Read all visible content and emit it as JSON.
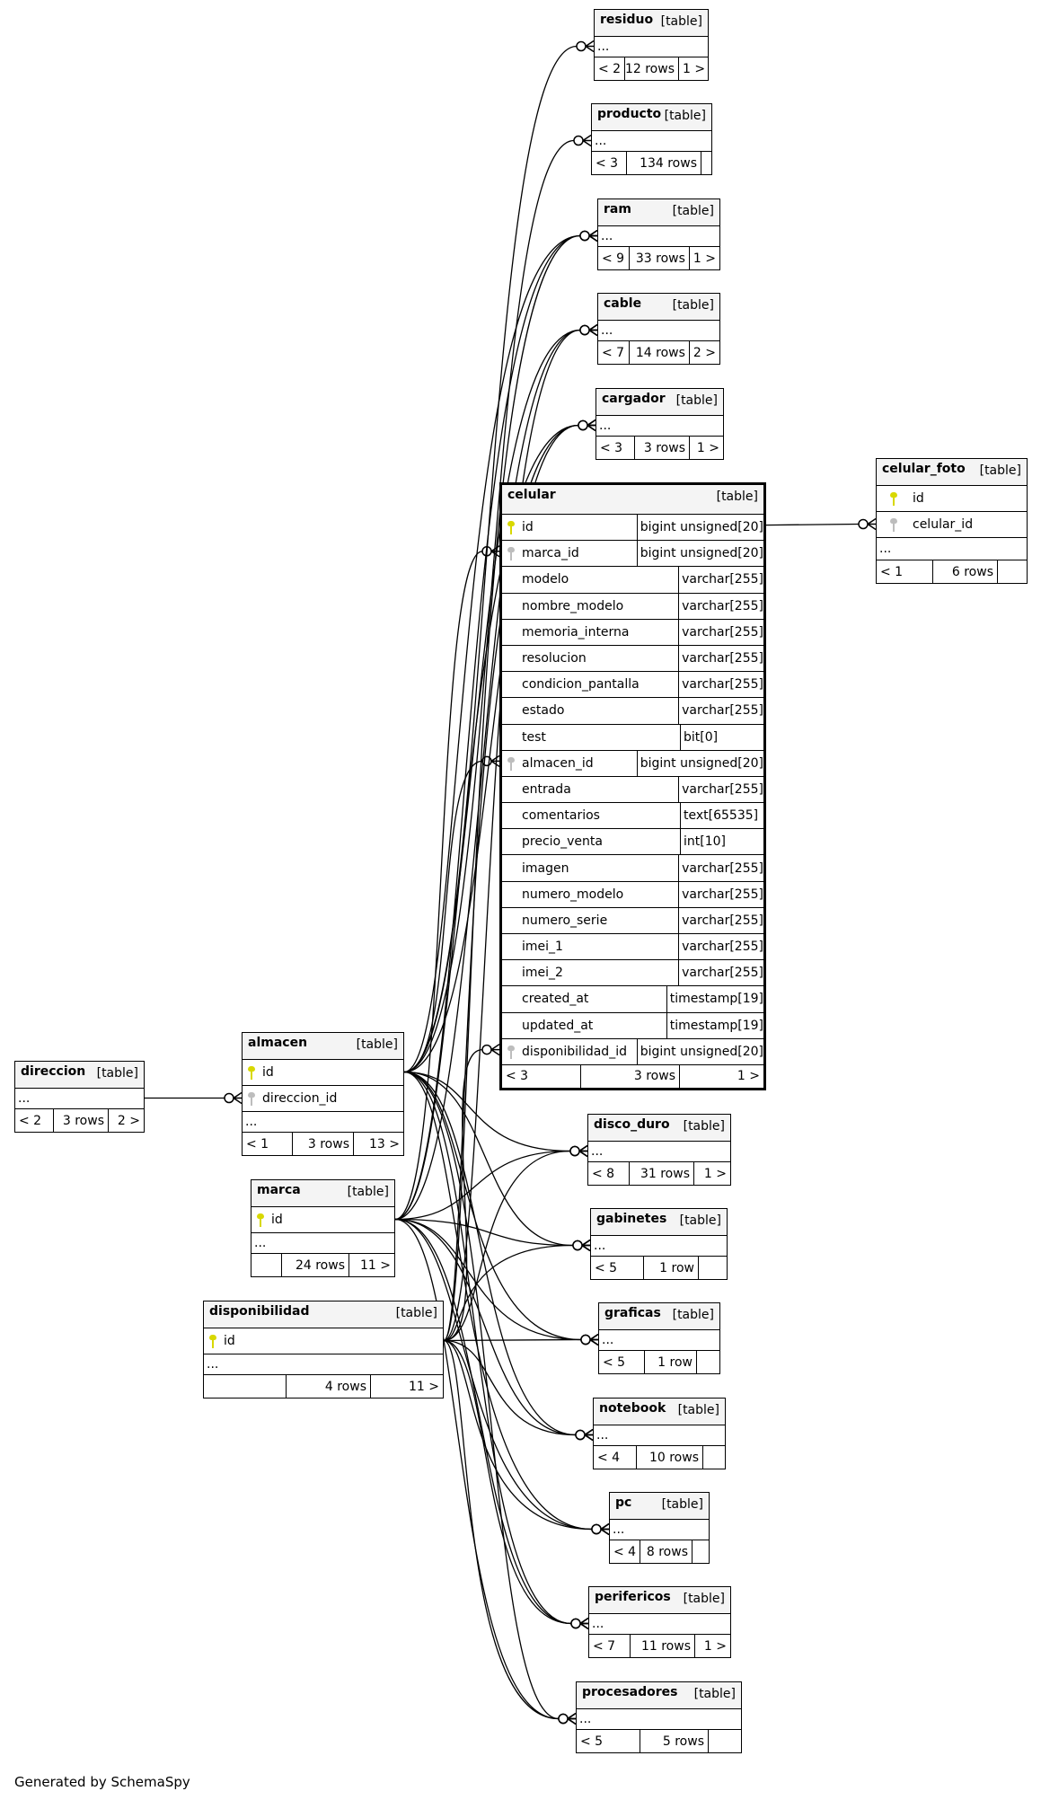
{
  "diagram": {
    "footer": "Generated by SchemaSpy",
    "table_kind_label": "[table]",
    "ellipsis": "...",
    "tables": [
      {
        "name": "residuo",
        "footer": {
          "parents": "< 2",
          "rows": "12 rows",
          "children": "1 >"
        }
      },
      {
        "name": "producto",
        "footer": {
          "parents": "< 3",
          "rows": "134 rows",
          "children": ""
        }
      },
      {
        "name": "ram",
        "footer": {
          "parents": "< 9",
          "rows": "33 rows",
          "children": "1 >"
        }
      },
      {
        "name": "cable",
        "footer": {
          "parents": "< 7",
          "rows": "14 rows",
          "children": "2 >"
        }
      },
      {
        "name": "cargador",
        "footer": {
          "parents": "< 3",
          "rows": "3 rows",
          "children": "1 >"
        }
      },
      {
        "name": "celular",
        "focus": true,
        "columns": [
          {
            "name": "id",
            "type": "bigint unsigned[20]",
            "key": "pk"
          },
          {
            "name": "marca_id",
            "type": "bigint unsigned[20]",
            "key": "fk"
          },
          {
            "name": "modelo",
            "type": "varchar[255]",
            "key": ""
          },
          {
            "name": "nombre_modelo",
            "type": "varchar[255]",
            "key": ""
          },
          {
            "name": "memoria_interna",
            "type": "varchar[255]",
            "key": ""
          },
          {
            "name": "resolucion",
            "type": "varchar[255]",
            "key": ""
          },
          {
            "name": "condicion_pantalla",
            "type": "varchar[255]",
            "key": ""
          },
          {
            "name": "estado",
            "type": "varchar[255]",
            "key": ""
          },
          {
            "name": "test",
            "type": "bit[0]",
            "key": ""
          },
          {
            "name": "almacen_id",
            "type": "bigint unsigned[20]",
            "key": "fk"
          },
          {
            "name": "entrada",
            "type": "varchar[255]",
            "key": ""
          },
          {
            "name": "comentarios",
            "type": "text[65535]",
            "key": ""
          },
          {
            "name": "precio_venta",
            "type": "int[10]",
            "key": ""
          },
          {
            "name": "imagen",
            "type": "varchar[255]",
            "key": ""
          },
          {
            "name": "numero_modelo",
            "type": "varchar[255]",
            "key": ""
          },
          {
            "name": "numero_serie",
            "type": "varchar[255]",
            "key": ""
          },
          {
            "name": "imei_1",
            "type": "varchar[255]",
            "key": ""
          },
          {
            "name": "imei_2",
            "type": "varchar[255]",
            "key": ""
          },
          {
            "name": "created_at",
            "type": "timestamp[19]",
            "key": ""
          },
          {
            "name": "updated_at",
            "type": "timestamp[19]",
            "key": ""
          },
          {
            "name": "disponibilidad_id",
            "type": "bigint unsigned[20]",
            "key": "fk"
          }
        ],
        "footer": {
          "parents": "< 3",
          "rows": "3 rows",
          "children": "1 >"
        }
      },
      {
        "name": "celular_foto",
        "columns": [
          {
            "name": "id",
            "key": "pk"
          },
          {
            "name": "celular_id",
            "key": "fk"
          }
        ],
        "footer": {
          "parents": "< 1",
          "rows": "6 rows",
          "children": ""
        }
      },
      {
        "name": "direccion",
        "footer": {
          "parents": "< 2",
          "rows": "3 rows",
          "children": "2 >"
        }
      },
      {
        "name": "almacen",
        "columns": [
          {
            "name": "id",
            "key": "pk"
          },
          {
            "name": "direccion_id",
            "key": "fk"
          }
        ],
        "footer": {
          "parents": "< 1",
          "rows": "3 rows",
          "children": "13 >"
        }
      },
      {
        "name": "marca",
        "columns": [
          {
            "name": "id",
            "key": "pk"
          }
        ],
        "footer": {
          "parents": "",
          "rows": "24 rows",
          "children": "11 >"
        }
      },
      {
        "name": "disponibilidad",
        "columns": [
          {
            "name": "id",
            "key": "pk"
          }
        ],
        "footer": {
          "parents": "",
          "rows": "4 rows",
          "children": "11 >"
        }
      },
      {
        "name": "disco_duro",
        "footer": {
          "parents": "< 8",
          "rows": "31 rows",
          "children": "1 >"
        }
      },
      {
        "name": "gabinetes",
        "footer": {
          "parents": "< 5",
          "rows": "1 row",
          "children": ""
        }
      },
      {
        "name": "graficas",
        "footer": {
          "parents": "< 5",
          "rows": "1 row",
          "children": ""
        }
      },
      {
        "name": "notebook",
        "footer": {
          "parents": "< 4",
          "rows": "10 rows",
          "children": ""
        }
      },
      {
        "name": "pc",
        "footer": {
          "parents": "< 4",
          "rows": "8 rows",
          "children": ""
        }
      },
      {
        "name": "perifericos",
        "footer": {
          "parents": "< 7",
          "rows": "11 rows",
          "children": "1 >"
        }
      },
      {
        "name": "procesadores",
        "footer": {
          "parents": "< 5",
          "rows": "5 rows",
          "children": ""
        }
      }
    ],
    "relationships": [
      {
        "from": "celular.id",
        "to": "celular_foto.celular_id"
      },
      {
        "from": "direccion",
        "to": "almacen.direccion_id"
      },
      {
        "from": "marca.id",
        "to": "celular.marca_id"
      },
      {
        "from": "almacen.id",
        "to": "celular.almacen_id"
      },
      {
        "from": "disponibilidad.id",
        "to": "celular.disponibilidad_id"
      },
      {
        "from": "almacen.id",
        "to": "residuo"
      },
      {
        "from": "almacen.id",
        "to": "producto"
      },
      {
        "from": "almacen.id",
        "to": "ram"
      },
      {
        "from": "marca.id",
        "to": "ram"
      },
      {
        "from": "disponibilidad.id",
        "to": "ram"
      },
      {
        "from": "almacen.id",
        "to": "cable"
      },
      {
        "from": "marca.id",
        "to": "cable"
      },
      {
        "from": "disponibilidad.id",
        "to": "cable"
      },
      {
        "from": "almacen.id",
        "to": "cargador"
      },
      {
        "from": "marca.id",
        "to": "cargador"
      },
      {
        "from": "disponibilidad.id",
        "to": "cargador"
      },
      {
        "from": "almacen.id",
        "to": "disco_duro"
      },
      {
        "from": "marca.id",
        "to": "disco_duro"
      },
      {
        "from": "disponibilidad.id",
        "to": "disco_duro"
      },
      {
        "from": "almacen.id",
        "to": "gabinetes"
      },
      {
        "from": "marca.id",
        "to": "gabinetes"
      },
      {
        "from": "disponibilidad.id",
        "to": "gabinetes"
      },
      {
        "from": "almacen.id",
        "to": "graficas"
      },
      {
        "from": "marca.id",
        "to": "graficas"
      },
      {
        "from": "disponibilidad.id",
        "to": "graficas"
      },
      {
        "from": "almacen.id",
        "to": "notebook"
      },
      {
        "from": "marca.id",
        "to": "notebook"
      },
      {
        "from": "disponibilidad.id",
        "to": "notebook"
      },
      {
        "from": "almacen.id",
        "to": "pc"
      },
      {
        "from": "marca.id",
        "to": "pc"
      },
      {
        "from": "disponibilidad.id",
        "to": "pc"
      },
      {
        "from": "almacen.id",
        "to": "perifericos"
      },
      {
        "from": "marca.id",
        "to": "perifericos"
      },
      {
        "from": "disponibilidad.id",
        "to": "perifericos"
      },
      {
        "from": "almacen.id",
        "to": "procesadores"
      },
      {
        "from": "marca.id",
        "to": "procesadores"
      },
      {
        "from": "disponibilidad.id",
        "to": "procesadores"
      }
    ]
  }
}
